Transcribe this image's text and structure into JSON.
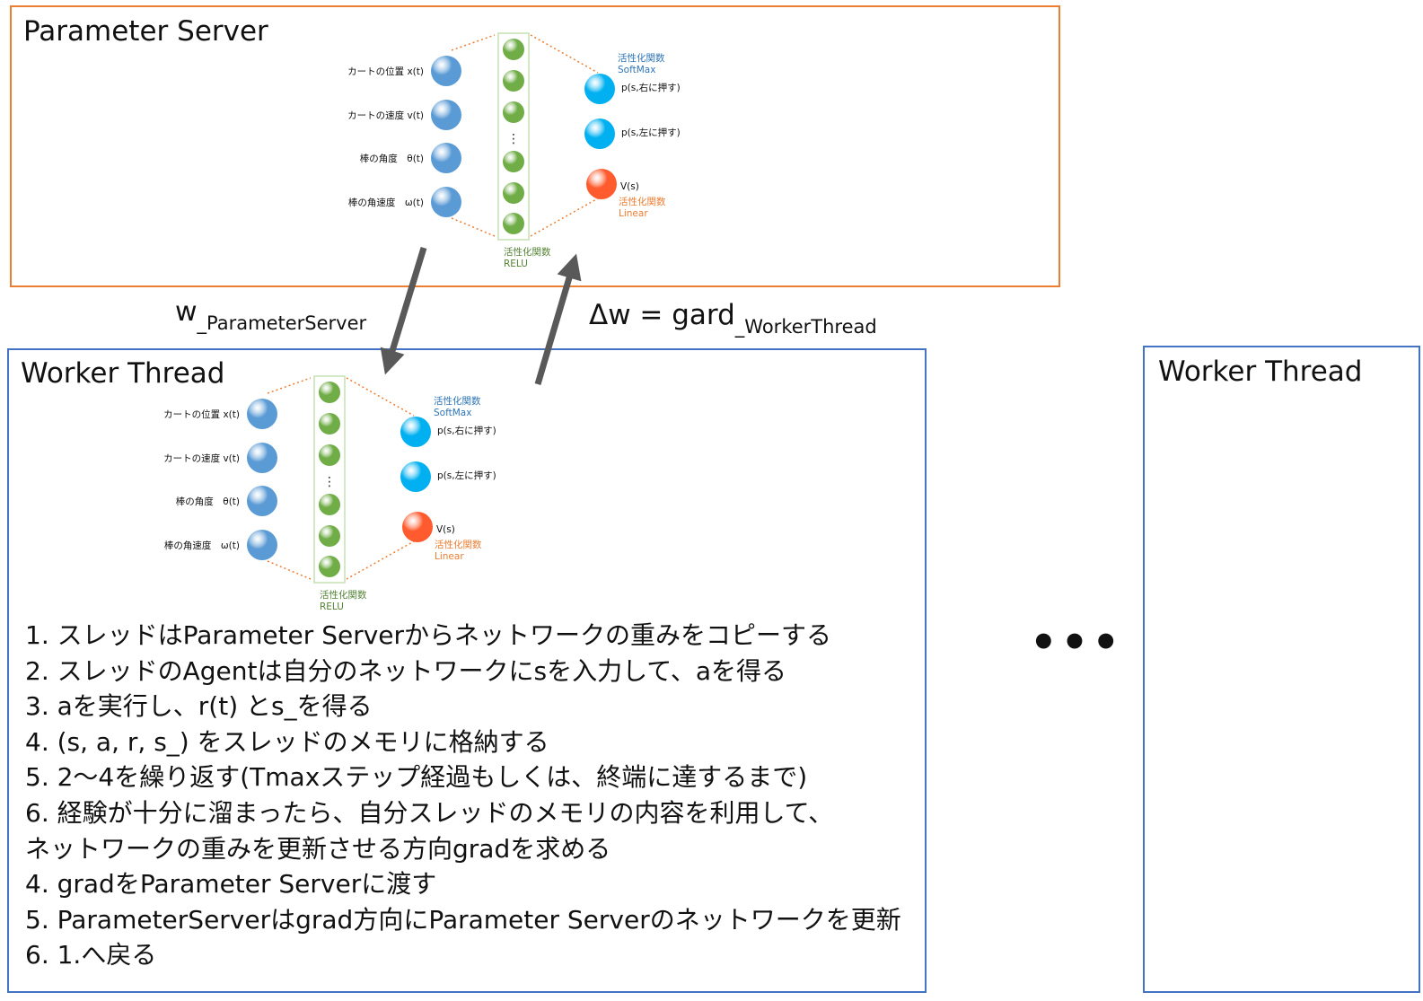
{
  "parameter_server": {
    "title": "Parameter Server"
  },
  "network": {
    "inputs": [
      "カートの位置 x(t)",
      "カートの速度 v(t)",
      "棒の角度　θ(t)",
      "棒の角速度　ω(t)"
    ],
    "hidden_activation": [
      "活性化関数",
      "RELU"
    ],
    "policy_activation": [
      "活性化関数",
      "SoftMax"
    ],
    "policy_outputs": [
      "p(s,右に押す)",
      "p(s,左に押す)"
    ],
    "value_output": "V(s)",
    "value_activation": [
      "活性化関数",
      "Linear"
    ],
    "dots": "⋮",
    "colors": {
      "input_node": "#5B9BD5",
      "hidden_node": "#70AD47",
      "policy_node": "#00B0F0",
      "value_node": "#FF5B2E",
      "softmax_text": "#2E75B6",
      "linear_text": "#ED7D31",
      "relu_text": "#548235"
    }
  },
  "arrows": {
    "down_label": {
      "main": "w",
      "sub": "_ParameterServer"
    },
    "up_label": {
      "main": "Δw = gard",
      "sub": "_WorkerThread"
    }
  },
  "worker_thread": {
    "title": "Worker Thread",
    "steps": [
      "1. スレッドはParameter Serverからネットワークの重みをコピーする",
      "2. スレッドのAgentは自分のネットワークにsを入力して、aを得る",
      "3. aを実行し、r(t) とs_を得る",
      "4. (s,  a, r, s_) をスレッドのメモリに格納する",
      "5. 2～4を繰り返す(Tmaxステップ経過もしくは、終端に達するまで)",
      "6. 経験が十分に溜まったら、自分スレッドのメモリの内容を利用して、",
      "ネットワークの重みを更新させる方向gradを求める",
      "4. gradをParameter Serverに渡す",
      "5. ParameterServerはgrad方向にParameter Serverのネットワークを更新",
      "6. 1.へ戻る"
    ]
  },
  "worker_thread_2": {
    "title": "Worker Thread"
  },
  "ellipsis": "•••",
  "colors": {
    "ps_border": "#ED7D31",
    "wt_border": "#4472C4",
    "arrow": "#595959"
  }
}
